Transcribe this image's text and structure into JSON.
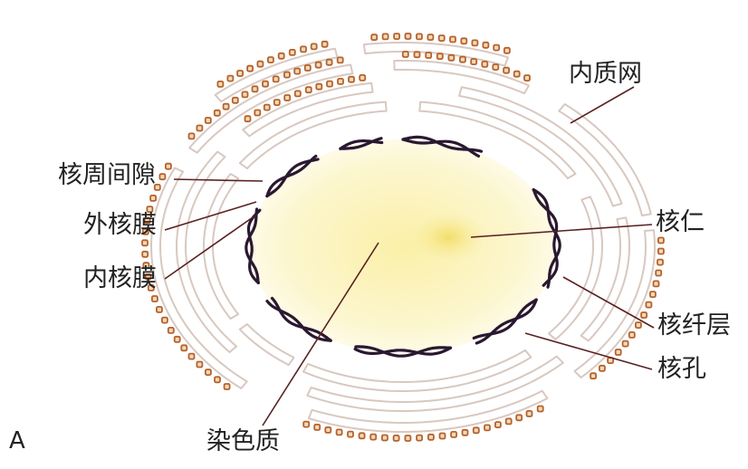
{
  "figure": {
    "panel_letter": "A",
    "labels": {
      "endoplasmic_reticulum": "内质网",
      "perinuclear_space": "核周间隙",
      "outer_nuclear_membrane": "外核膜",
      "inner_nuclear_membrane": "内核膜",
      "nucleolus": "核仁",
      "nuclear_lamina": "核纤层",
      "nuclear_pore": "核孔",
      "chromatin": "染色质"
    }
  },
  "colors": {
    "membrane": "#2a1830",
    "er_outline": "#d8c8c0",
    "ribosome": "#b5622c",
    "nucleoplasm": "#fbf5c4",
    "nucleolus": "#f2e070",
    "leader": "#5a2020"
  }
}
